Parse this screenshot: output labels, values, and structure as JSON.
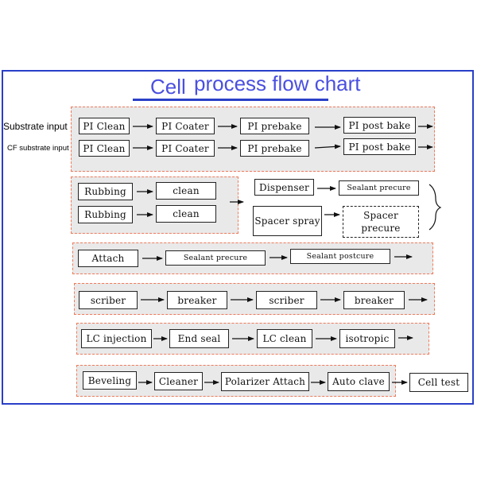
{
  "title": {
    "part1": "Cell",
    "part2": "process flow chart"
  },
  "side_labels": {
    "substrate": "Substrate input",
    "cf_substrate": "CF substrate input"
  },
  "steps": {
    "pi_clean_1": "PI Clean",
    "pi_coater_1": "PI Coater",
    "pi_prebake_1": "PI prebake",
    "pi_postbake_1": "PI post bake",
    "pi_clean_2": "PI Clean",
    "pi_coater_2": "PI Coater",
    "pi_prebake_2": "PI prebake",
    "pi_postbake_2": "PI post bake",
    "rubbing_1": "Rubbing",
    "clean_1": "clean",
    "rubbing_2": "Rubbing",
    "clean_2": "clean",
    "dispenser": "Dispenser",
    "sealant_precure_1": "Sealant precure",
    "spacer_spray": "Spacer spray",
    "spacer_precure": "Spacer precure",
    "attach": "Attach",
    "sealant_precure_2": "Sealant precure",
    "sealant_postcure": "Sealant postcure",
    "scriber_1": "scriber",
    "breaker_1": "breaker",
    "scriber_2": "scriber",
    "breaker_2": "breaker",
    "lc_injection": "LC injection",
    "end_seal": "End seal",
    "lc_clean": "LC clean",
    "isotropic": "isotropic",
    "beveling": "Beveling",
    "cleaner": "Cleaner",
    "polarizer_attach": "Polarizer Attach",
    "auto_clave": "Auto clave",
    "cell_test": "Cell test"
  },
  "colors": {
    "frame": "#2a3fc8",
    "title": "#4a4fe0",
    "group_fill": "#e9e9e9",
    "group_border": "#f07a5a"
  }
}
